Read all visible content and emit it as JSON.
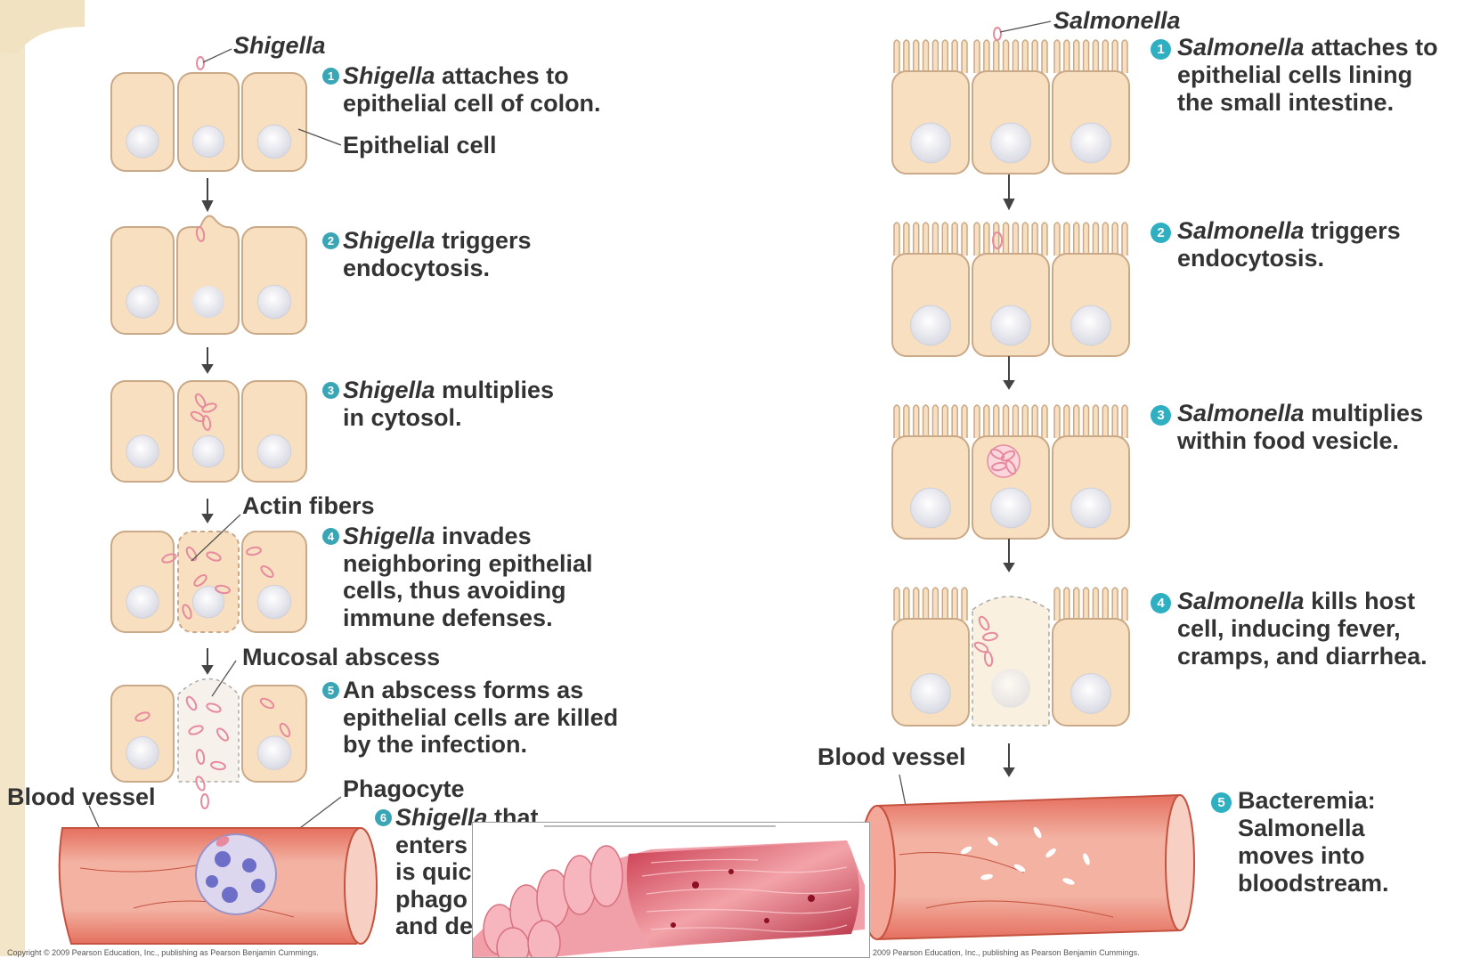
{
  "left": {
    "organism": "Shigella",
    "epithelial_cell": "Epithelial cell",
    "actin_fibers": "Actin fibers",
    "mucosal_abscess": "Mucosal abscess",
    "blood_vessel": "Blood vessel",
    "phagocyte": "Phagocyte",
    "steps": [
      {
        "num": "1",
        "italic": "Shigella",
        "lines": [
          " attaches to",
          "epithelial cell of colon."
        ]
      },
      {
        "num": "2",
        "italic": "Shigella",
        "lines": [
          " triggers",
          "endocytosis."
        ]
      },
      {
        "num": "3",
        "italic": "Shigella",
        "lines": [
          " multiplies",
          "in cytosol."
        ]
      },
      {
        "num": "4",
        "italic": "Shigella",
        "lines": [
          " invades",
          "neighboring epithelial",
          "cells, thus avoiding",
          "immune defenses."
        ]
      },
      {
        "num": "5",
        "italic": "",
        "lines": [
          "An abscess forms as",
          "epithelial cells are killed",
          "by the infection."
        ]
      },
      {
        "num": "6",
        "italic": "Shigella",
        "lines": [
          " that",
          "enters",
          "is quic",
          "phago",
          "and de"
        ]
      }
    ],
    "copyright": "Copyright © 2009 Pearson Education, Inc., publishing as Pearson Benjamin Cummings."
  },
  "right": {
    "organism": "Salmonella",
    "blood_vessel": "Blood vessel",
    "steps": [
      {
        "num": "1",
        "italic": "Salmonella",
        "lines": [
          " attaches to",
          "epithelial cells lining",
          "the small intestine."
        ]
      },
      {
        "num": "2",
        "italic": "Salmonella",
        "lines": [
          " triggers",
          "endocytosis."
        ]
      },
      {
        "num": "3",
        "italic": "Salmonella",
        "lines": [
          " multiplies",
          "within food vesicle."
        ]
      },
      {
        "num": "4",
        "italic": "Salmonella",
        "lines": [
          " kills host",
          "cell, inducing fever,",
          "cramps, and diarrhea."
        ]
      },
      {
        "num": "5",
        "italic": "",
        "lines": [
          "Bacteremia:",
          "Salmonella",
          "moves into",
          "bloodstream."
        ]
      }
    ],
    "copyright": "2009 Pearson Education, Inc., publishing as Pearson Benjamin Cummings."
  },
  "colors": {
    "cell_fill": "#f8dfc0",
    "cell_stroke": "#c9a987",
    "nucleus": "#e6e7ee",
    "bacteria": "#e78a9e",
    "vessel": "#e98a7b",
    "vessel_inner": "#f5c1b3",
    "step_badge": "#2fb0c2"
  }
}
